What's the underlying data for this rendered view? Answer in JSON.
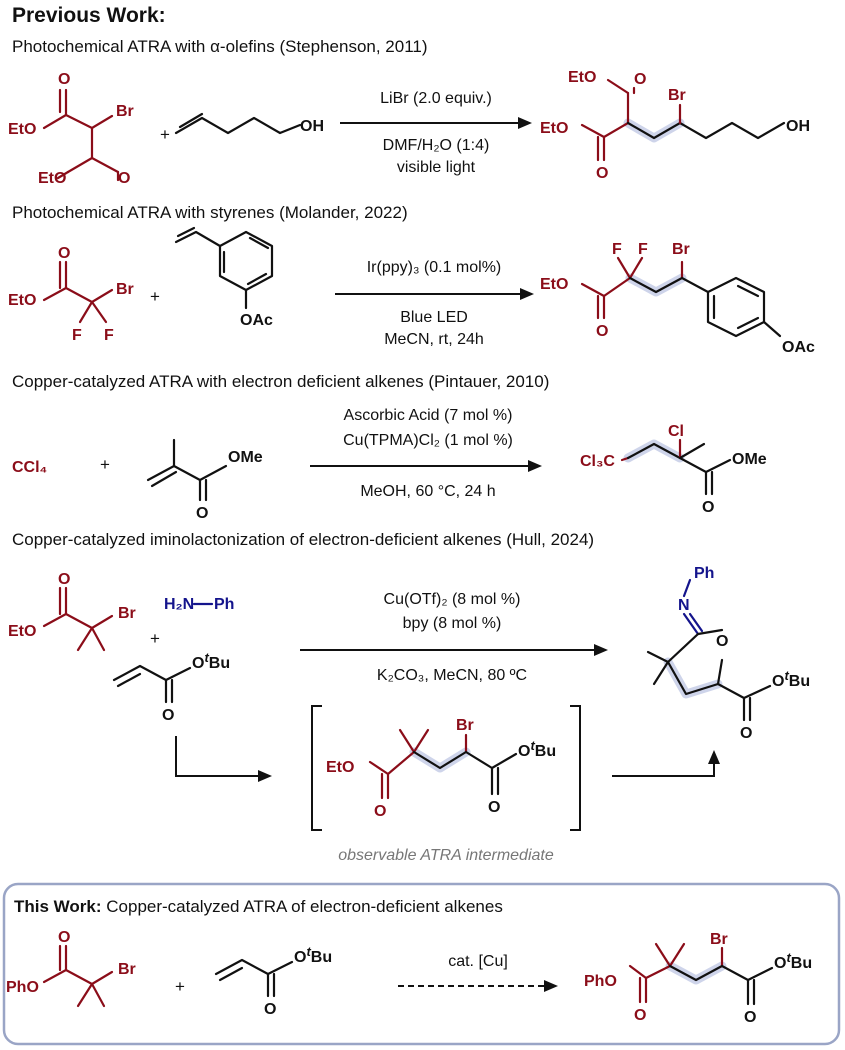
{
  "header": {
    "previous_work": "Previous Work:"
  },
  "rows": [
    {
      "title": "Photochemical ATRA with α-olefins (Stephenson, 2011)",
      "conditions": [
        "LiBr (2.0 equiv.)",
        "DMF/H₂O (1:4)",
        "visible light"
      ]
    },
    {
      "title": "Photochemical ATRA with styrenes (Molander, 2022)",
      "conditions": [
        "Ir(ppy)₃ (0.1 mol%)",
        "Blue LED",
        "MeCN, rt, 24h"
      ]
    },
    {
      "title": "Copper-catalyzed ATRA with electron deficient alkenes (Pintauer, 2010)",
      "conditions": [
        "Ascorbic Acid (7 mol %)",
        "Cu(TPMA)Cl₂ (1 mol %)",
        "MeOH, 60 °C, 24 h"
      ]
    },
    {
      "title": "Copper-catalyzed iminolactonization of electron-deficient alkenes (Hull, 2024)",
      "conditions": [
        "Cu(OTf)₂ (8 mol %)",
        "bpy (8 mol %)",
        "K₂CO₃, MeCN, 80 ºC"
      ],
      "intermediate_caption": "observable ATRA intermediate"
    }
  ],
  "this_work": {
    "bold": "This Work:",
    "title": " Copper-catalyzed ATRA of electron-deficient alkenes",
    "condition": "cat. [Cu]"
  },
  "atoms": {
    "eto": "EtO",
    "br": "Br",
    "oh": "OH",
    "o": "O",
    "f": "F",
    "oac": "OAc",
    "ccl4": "CCl₄",
    "cl3c": "Cl₃C",
    "cl": "Cl",
    "ome": "OMe",
    "h2n": "H₂N",
    "ph": "Ph",
    "n": "N",
    "otbu_o": "O",
    "otbu_t": "t",
    "otbu_bu": "Bu",
    "pho": "PhO",
    "plus": "+"
  },
  "colors": {
    "reagent": "#8b0d19",
    "amine": "#14148c",
    "highlight": "#c5cde6",
    "box": "#9aa5c6"
  }
}
